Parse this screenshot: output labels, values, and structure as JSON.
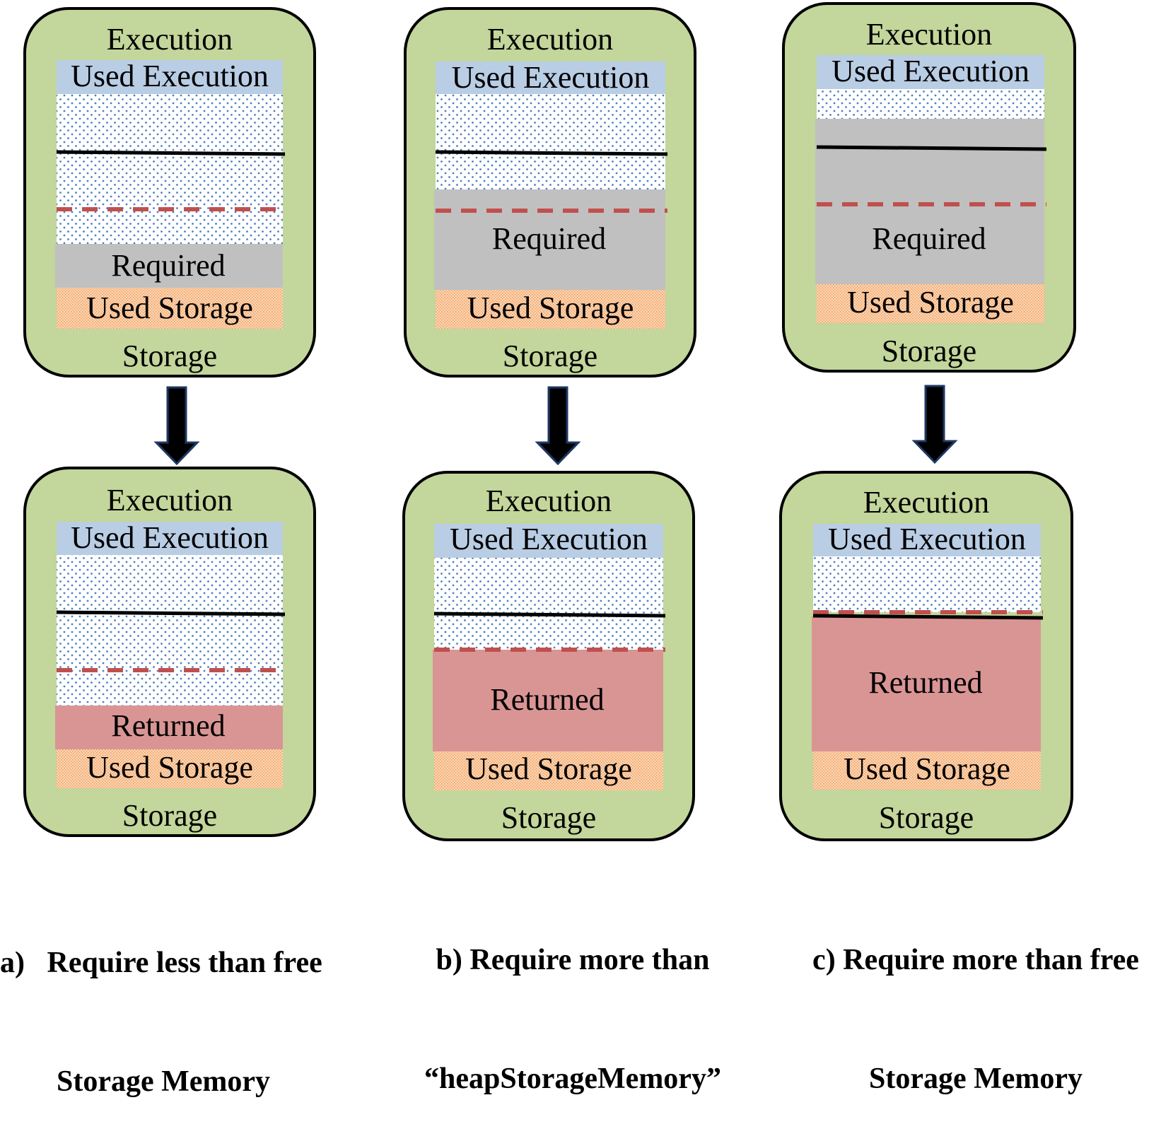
{
  "labels": {
    "execution": "Execution",
    "used_execution": "Used Execution",
    "required": "Required",
    "returned": "Returned",
    "used_storage": "Used Storage",
    "storage": "Storage"
  },
  "captions": [
    {
      "id": "a",
      "line1": "a)   Require less than free",
      "line2": "Storage Memory"
    },
    {
      "id": "b",
      "line1": "b) Require more than",
      "line2": "“heapStorageMemory”"
    },
    {
      "id": "c",
      "line1": "c) Require more than free",
      "line2": "Storage Memory"
    }
  ],
  "colors": {
    "panel_fill": "#c3d69b",
    "panel_border": "#000000",
    "used_execution_fill": "#b9cde4",
    "dots": "#4f7fbf",
    "required_fill": "#c0c0c0",
    "returned_fill": "#d99594",
    "used_storage_fill": "#fcd5b4",
    "used_storage_hatch": "#e26b0a",
    "boundary_line": "#000000",
    "dashed_line": "#c0504d",
    "arrow_fill": "#000000",
    "arrow_border": "#1f3864"
  }
}
